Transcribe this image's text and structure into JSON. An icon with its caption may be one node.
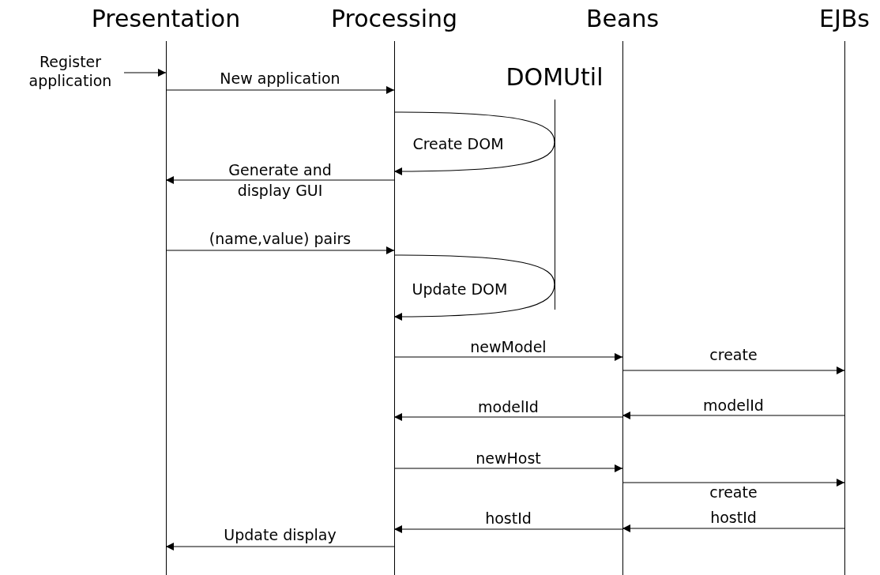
{
  "diagram": {
    "nodes": [
      {
        "text": [
          "Presentation"
        ]
      },
      {
        "text": [
          "Processing"
        ]
      },
      {
        "text": [
          "Beans"
        ]
      },
      {
        "text": [
          "EJBs"
        ]
      },
      {
        "text": [
          "DOMUtil"
        ]
      },
      {
        "text": [
          "Register application"
        ]
      }
    ],
    "edges": [
      {
        "from": 5,
        "to": 0,
        "arrow": "to"
      },
      {
        "from": 0,
        "to": 1,
        "arrow": "to",
        "label": "New application"
      },
      {
        "from": 1,
        "to": 4,
        "arrow": "none"
      },
      {
        "from": 4,
        "to": 1,
        "arrow": "to",
        "label": "Create DOM"
      },
      {
        "from": 1,
        "to": 0,
        "arrow": "to",
        "label": "Generate and display GUI"
      },
      {
        "from": 0,
        "to": 1,
        "arrow": "to",
        "label": "(name,value) pairs"
      },
      {
        "from": 1,
        "to": 4,
        "arrow": "none"
      },
      {
        "from": 4,
        "to": 1,
        "arrow": "to",
        "label": "Update DOM"
      },
      {
        "from": 1,
        "to": 2,
        "arrow": "to",
        "label": "newModel"
      },
      {
        "from": 2,
        "to": 3,
        "arrow": "to",
        "label": "create"
      },
      {
        "from": 2,
        "to": 1,
        "arrow": "to",
        "label": "modelId"
      },
      {
        "from": 3,
        "to": 2,
        "arrow": "to",
        "label": "modelId"
      },
      {
        "from": 1,
        "to": 2,
        "arrow": "to",
        "label": "newHost"
      },
      {
        "from": 2,
        "to": 3,
        "arrow": "to",
        "label": "create"
      },
      {
        "from": 3,
        "to": 2,
        "arrow": "to",
        "label": "hostId"
      },
      {
        "from": 2,
        "to": 1,
        "arrow": "to",
        "label": "hostId"
      },
      {
        "from": 1,
        "to": 0,
        "arrow": "to",
        "label": "Update display"
      }
    ]
  }
}
